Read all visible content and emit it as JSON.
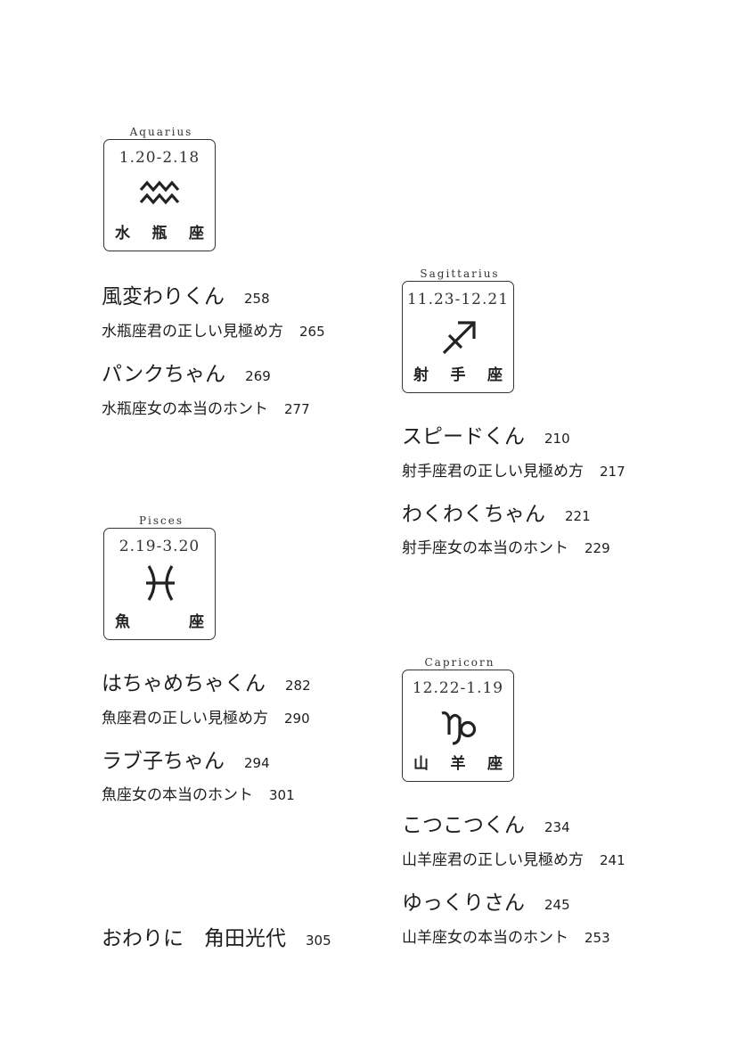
{
  "aquarius": {
    "name": "Aquarius",
    "dates": "1.20-2.18",
    "kanji": [
      "水",
      "瓶",
      "座"
    ],
    "glyph": "aquarius-icon",
    "entries": [
      {
        "title": "風変わりくん",
        "page": "258"
      },
      {
        "title": "水瓶座君の正しい見極め方",
        "page": "265"
      },
      {
        "title": "パンクちゃん",
        "page": "269"
      },
      {
        "title": "水瓶座女の本当のホント",
        "page": "277"
      }
    ]
  },
  "pisces": {
    "name": "Pisces",
    "dates": "2.19-3.20",
    "kanji": [
      "魚",
      "座"
    ],
    "glyph": "pisces-icon",
    "entries": [
      {
        "title": "はちゃめちゃくん",
        "page": "282"
      },
      {
        "title": "魚座君の正しい見極め方",
        "page": "290"
      },
      {
        "title": "ラブ子ちゃん",
        "page": "294"
      },
      {
        "title": "魚座女の本当のホント",
        "page": "301"
      }
    ]
  },
  "sagittarius": {
    "name": "Sagittarius",
    "dates": "11.23-12.21",
    "kanji": [
      "射",
      "手",
      "座"
    ],
    "glyph": "sagittarius-icon",
    "entries": [
      {
        "title": "スピードくん",
        "page": "210"
      },
      {
        "title": "射手座君の正しい見極め方",
        "page": "217"
      },
      {
        "title": "わくわくちゃん",
        "page": "221"
      },
      {
        "title": "射手座女の本当のホント",
        "page": "229"
      }
    ]
  },
  "capricorn": {
    "name": "Capricorn",
    "dates": "12.22-1.19",
    "kanji": [
      "山",
      "羊",
      "座"
    ],
    "glyph": "capricorn-icon",
    "entries": [
      {
        "title": "こつこつくん",
        "page": "234"
      },
      {
        "title": "山羊座君の正しい見極め方",
        "page": "241"
      },
      {
        "title": "ゆっくりさん",
        "page": "245"
      },
      {
        "title": "山羊座女の本当のホント",
        "page": "253"
      }
    ]
  },
  "closing": {
    "title": "おわりに　角田光代",
    "page": "305"
  }
}
